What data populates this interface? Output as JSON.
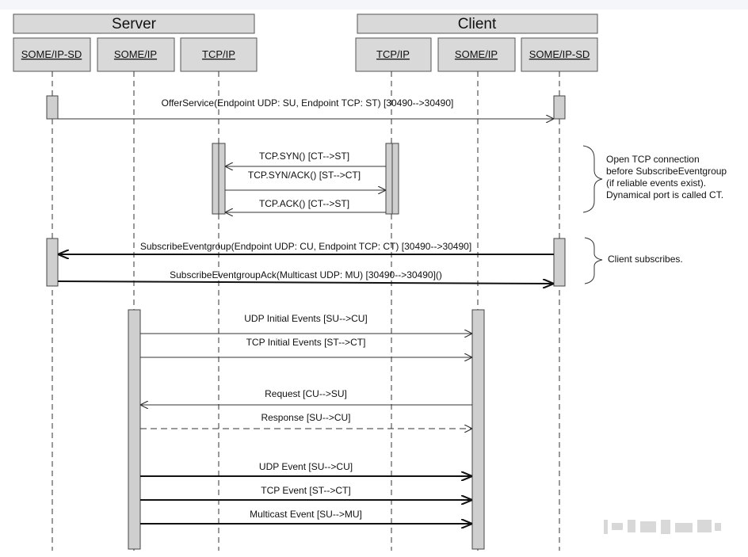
{
  "groups": {
    "server": "Server",
    "client": "Client"
  },
  "participants": {
    "server_sd": "SOME/IP-SD",
    "server_someip": "SOME/IP",
    "server_tcpip": "TCP/IP",
    "client_tcpip": "TCP/IP",
    "client_someip": "SOME/IP",
    "client_sd": "SOME/IP-SD"
  },
  "messages": {
    "offer": "OfferService(Endpoint UDP: SU, Endpoint TCP: ST) [30490-->30490]",
    "syn": "TCP.SYN() [CT-->ST]",
    "synack": "TCP.SYN/ACK() [ST-->CT]",
    "ack": "TCP.ACK() [CT-->ST]",
    "subscribe": "SubscribeEventgroup(Endpoint UDP: CU, Endpoint TCP: CT) [30490-->30490]",
    "subscribe_ack": "SubscribeEventgroupAck(Multicast UDP: MU) [30490-->30490]()",
    "udp_initial": "UDP Initial Events [SU-->CU]",
    "tcp_initial": "TCP Initial Events [ST-->CT]",
    "request": "Request [CU-->SU]",
    "response": "Response [SU-->CU]",
    "udp_event": "UDP Event [SU-->CU]",
    "tcp_event": "TCP Event [ST-->CT]",
    "multicast_event": "Multicast Event [SU-->MU]"
  },
  "notes": {
    "open_tcp": {
      "line1": "Open TCP connection",
      "line2": "before SubscribeEventgroup",
      "line3": "(if reliable events exist).",
      "line4": "Dynamical port is called CT."
    },
    "client_subscribes": "Client subscribes."
  }
}
